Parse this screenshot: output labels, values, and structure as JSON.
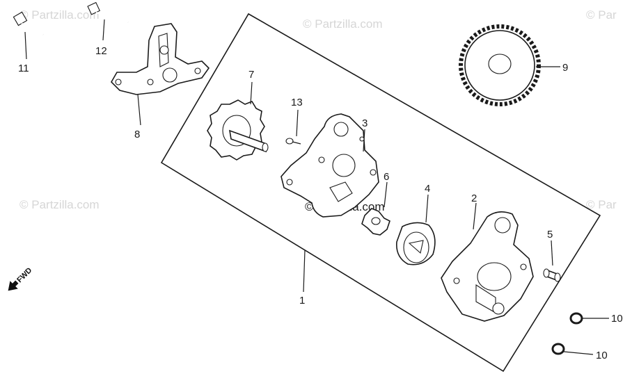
{
  "watermarks": {
    "site": "© Partzilla.com",
    "partial_right": "© Par"
  },
  "labels": {
    "fwd": "FWD",
    "callouts": {
      "n1": "1",
      "n2": "2",
      "n3": "3",
      "n4": "4",
      "n5": "5",
      "n6": "6",
      "n7": "7",
      "n8": "8",
      "n9": "9",
      "n10a": "10",
      "n10b": "10",
      "n11": "11",
      "n12": "12",
      "n13": "13"
    }
  }
}
